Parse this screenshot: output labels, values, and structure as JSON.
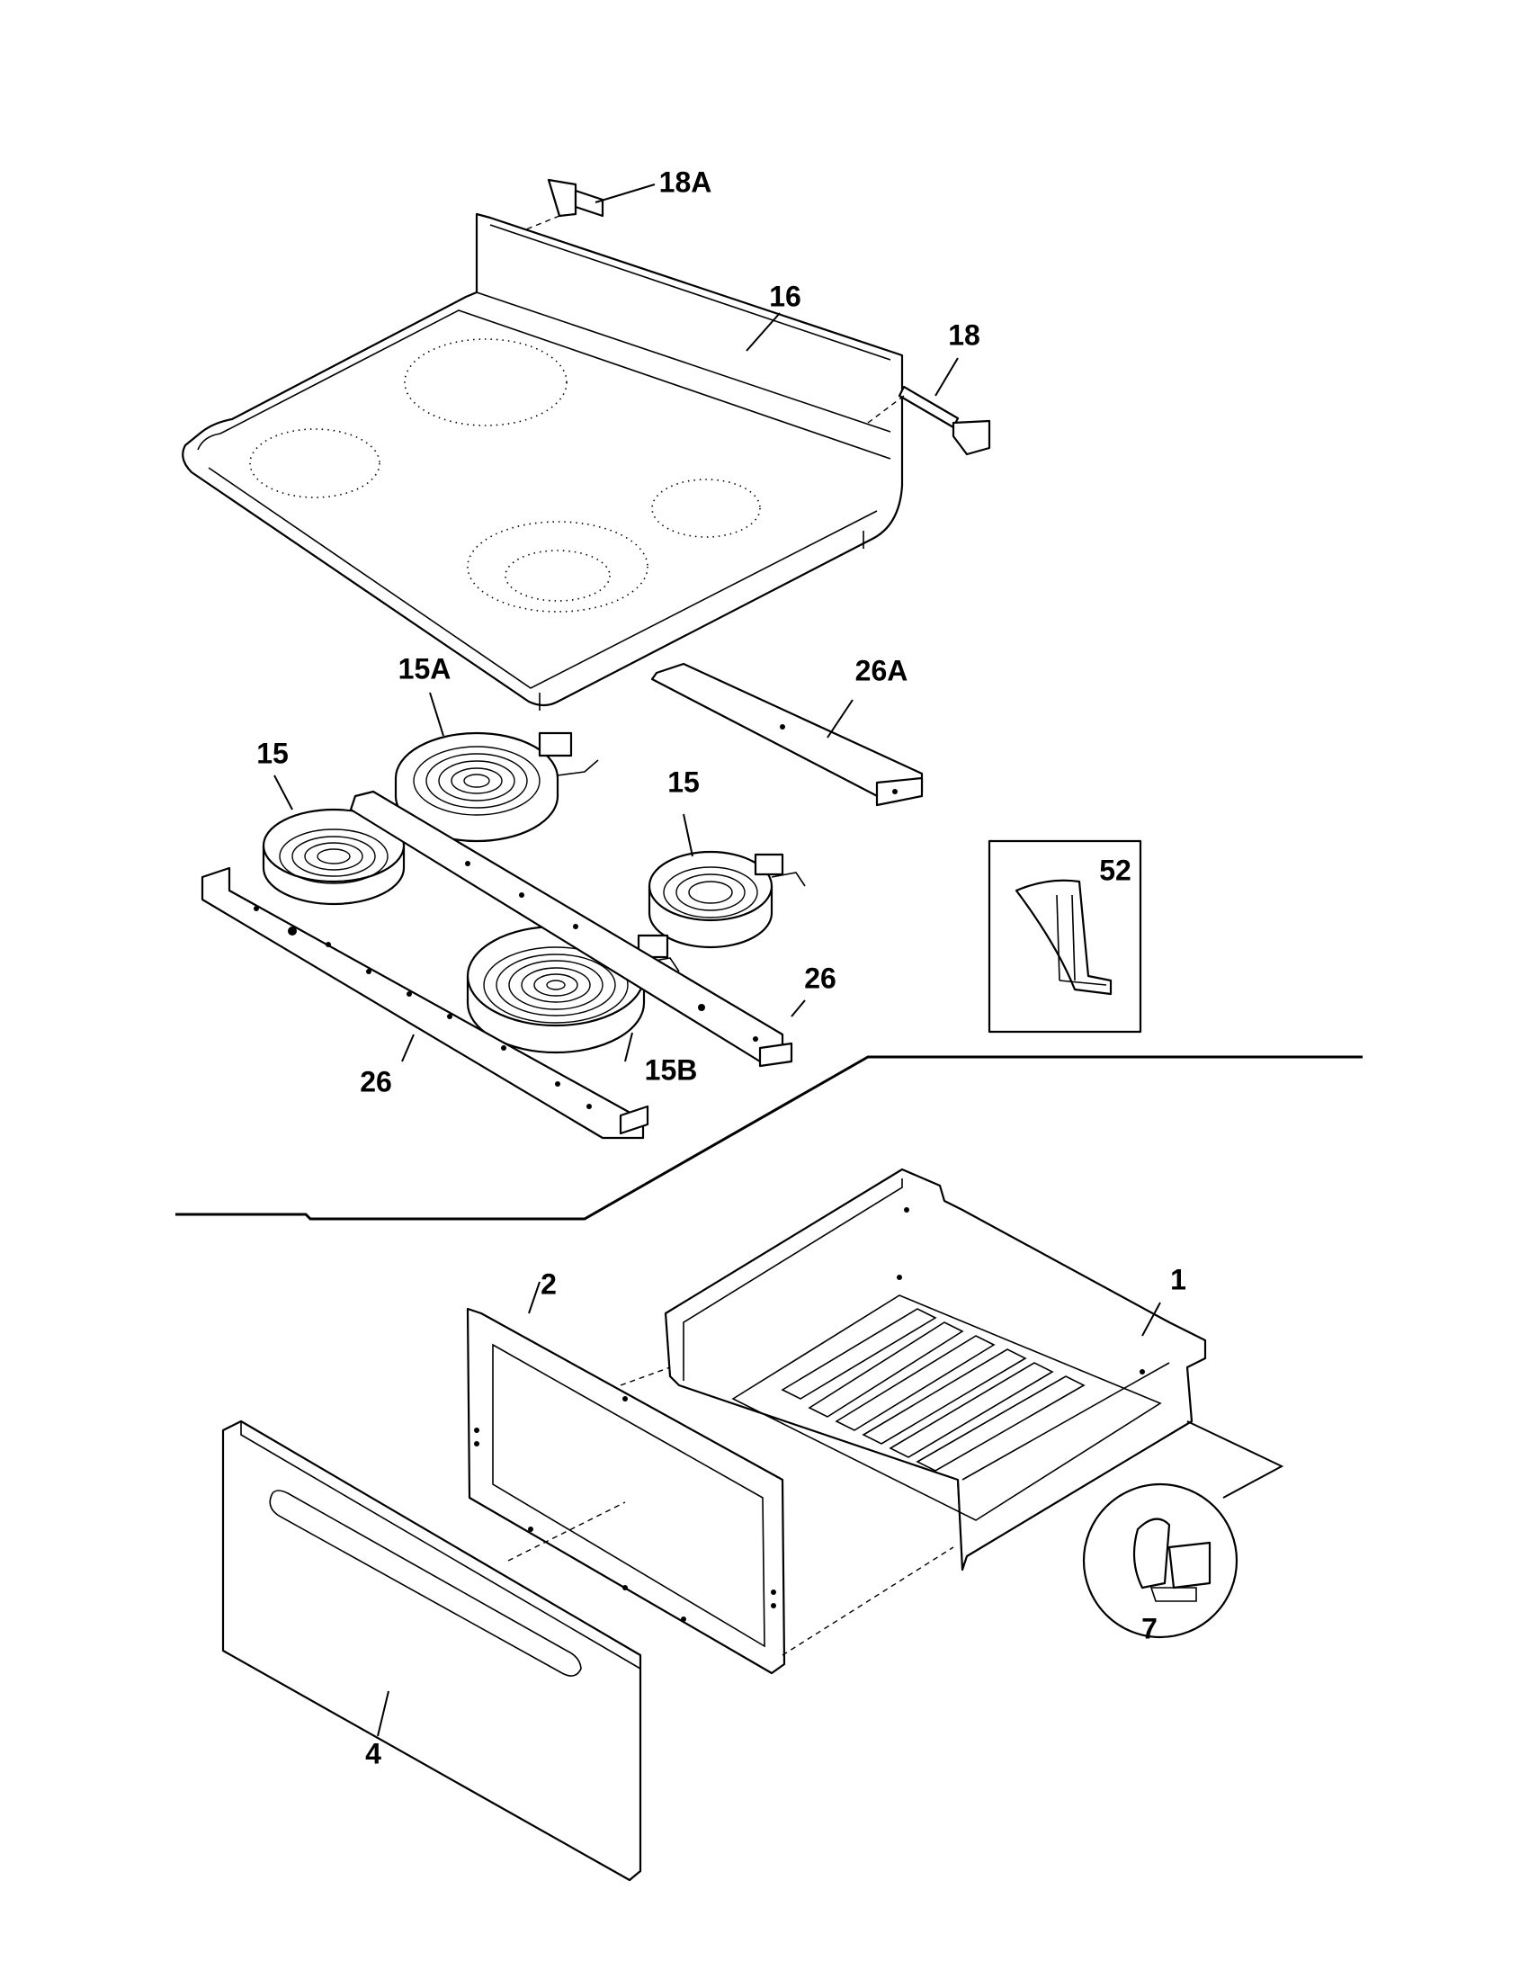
{
  "callouts": {
    "c18a": "18A",
    "c16": "16",
    "c18": "18",
    "c15a": "15A",
    "c26a": "26A",
    "c15_left": "15",
    "c15_right": "15",
    "c52": "52",
    "c26_right": "26",
    "c26_left": "26",
    "c15b": "15B",
    "c2": "2",
    "c1": "1",
    "c4": "4",
    "c7": "7"
  },
  "icons": {
    "inset_52": "clip-detail-icon",
    "inset_7": "glide-detail-icon"
  }
}
